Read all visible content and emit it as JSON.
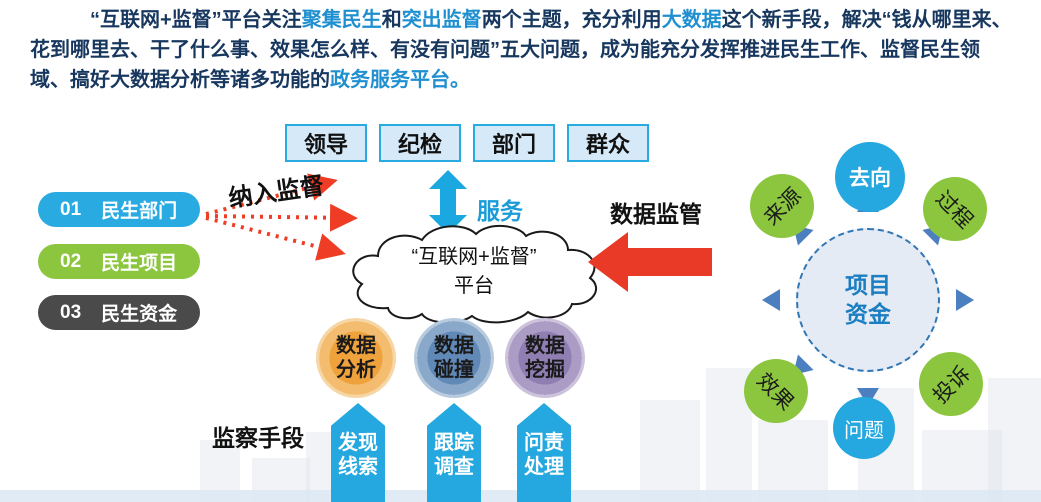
{
  "intro": {
    "segments": [
      {
        "text": "“互联网+监督”平台关注"
      },
      {
        "text": "聚集民生"
      },
      {
        "text": "和"
      },
      {
        "text": "突出监督"
      },
      {
        "text": "两个主题，充分利用"
      },
      {
        "text": "大数据"
      },
      {
        "text": "这个新手段，解决“钱从哪里来、花到哪里去、干了什么事、效果怎么样、有没有问题”五大问题，成为能充分发挥推进民生工作、监督民生领域、搞好大数据分析等诸多功能的"
      },
      {
        "text": "政务服务平台。"
      }
    ]
  },
  "audience": [
    "领导",
    "纪检",
    "部门",
    "群众"
  ],
  "pills": [
    {
      "num": "01",
      "label": "民生部门"
    },
    {
      "num": "02",
      "label": "民生项目"
    },
    {
      "num": "03",
      "label": "民生资金"
    }
  ],
  "labels": {
    "incorporate": "纳入监督",
    "service": "服务",
    "data_regulation": "数据监管",
    "supervision_means": "监察手段"
  },
  "cloud": {
    "line1": "“互联网+监督”",
    "line2": "平台"
  },
  "process_circles": [
    {
      "line1": "数据",
      "line2": "分析"
    },
    {
      "line1": "数据",
      "line2": "碰撞"
    },
    {
      "line1": "数据",
      "line2": "挖掘"
    }
  ],
  "bottom_arrows": [
    {
      "line1": "发现",
      "line2": "线索"
    },
    {
      "line1": "跟踪",
      "line2": "调查"
    },
    {
      "line1": "问责",
      "line2": "处理"
    }
  ],
  "hub": {
    "center": {
      "line1": "项目",
      "line2": "资金"
    },
    "satellites": [
      {
        "label": "去向"
      },
      {
        "label": "来源"
      },
      {
        "label": "过程"
      },
      {
        "label": "效果"
      },
      {
        "label": "投诉"
      },
      {
        "label": "问题"
      }
    ]
  },
  "colors": {
    "accent_blue": "#29ABE2",
    "accent_green": "#8CC63F",
    "dark_gray": "#4A4A4A",
    "highlight_blue": "#1F8FD0",
    "body_navy": "#17375E",
    "arrow_red": "#E93A28",
    "steel_blue": "#4C7FBF",
    "hub_fill": "#E4EBF5"
  }
}
